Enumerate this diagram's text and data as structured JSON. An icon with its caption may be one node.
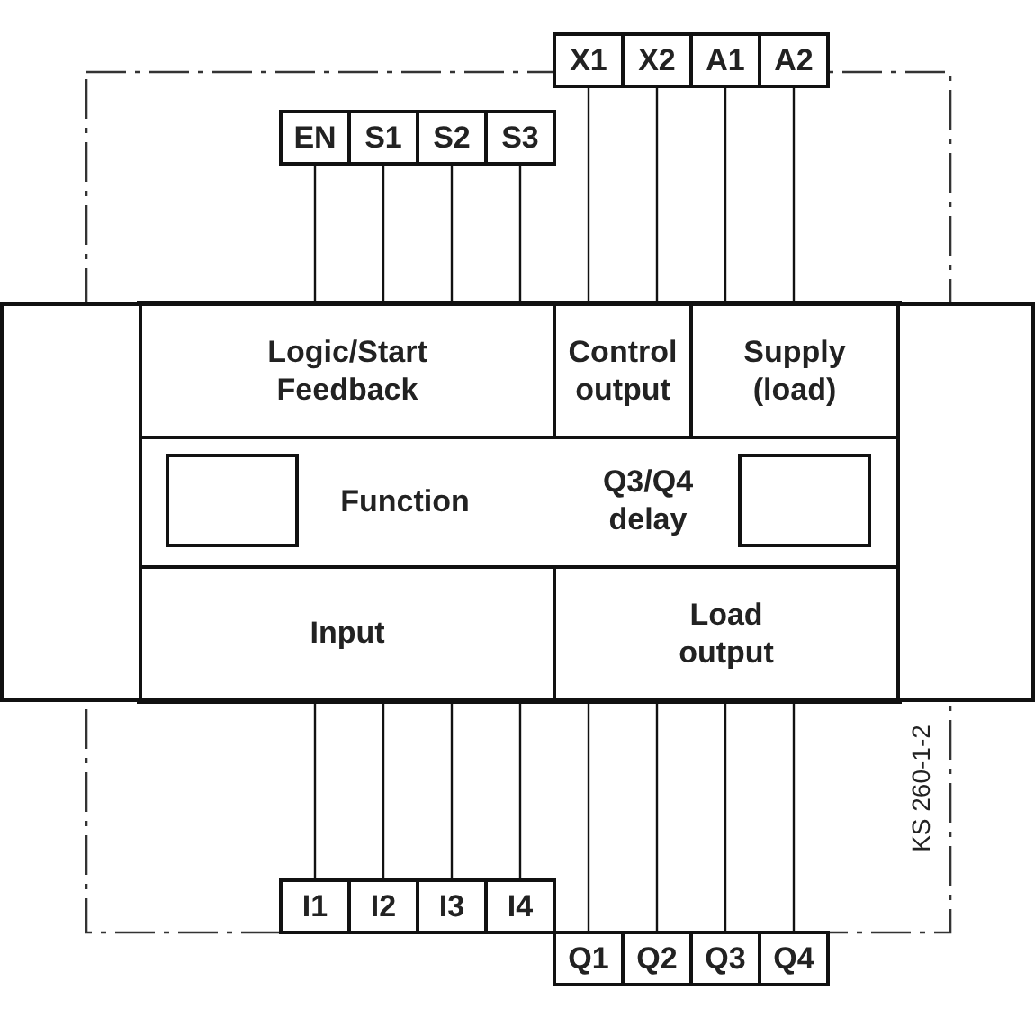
{
  "diagram": {
    "nodes": [
      {
        "text": [
          "X1"
        ]
      },
      {
        "text": [
          "X2"
        ]
      },
      {
        "text": [
          "A1"
        ]
      },
      {
        "text": [
          "A2"
        ]
      },
      {
        "text": [
          "EN"
        ]
      },
      {
        "text": [
          "S1"
        ]
      },
      {
        "text": [
          "S2"
        ]
      },
      {
        "text": [
          "S3"
        ]
      },
      {
        "text": [],
        "shape": "box"
      },
      {
        "text": [
          "Logic/Start Feedback"
        ]
      },
      {
        "text": [
          "Control output"
        ]
      },
      {
        "text": [
          "Supply (load)"
        ]
      },
      {
        "text": [],
        "shape": "box"
      },
      {
        "text": [],
        "shape": "box",
        "beside": [
          "Function"
        ]
      },
      {
        "text": [],
        "shape": "box",
        "beside": [
          "Q3/Q4 delay"
        ]
      },
      {
        "text": [
          "Input"
        ]
      },
      {
        "text": [
          "Load output"
        ]
      },
      {
        "text": [
          "I1"
        ]
      },
      {
        "text": [
          "I2"
        ]
      },
      {
        "text": [
          "I3"
        ]
      },
      {
        "text": [
          "I4"
        ]
      },
      {
        "text": [
          "Q1"
        ]
      },
      {
        "text": [
          "Q2"
        ]
      },
      {
        "text": [
          "Q3"
        ]
      },
      {
        "text": [
          "Q4"
        ]
      }
    ],
    "edges": [
      {
        "from": 4,
        "to": 9,
        "arrow": "none"
      },
      {
        "from": 5,
        "to": 9,
        "arrow": "none"
      },
      {
        "from": 6,
        "to": 9,
        "arrow": "none"
      },
      {
        "from": 7,
        "to": 9,
        "arrow": "none"
      },
      {
        "from": 0,
        "to": 10,
        "arrow": "none"
      },
      {
        "from": 1,
        "to": 10,
        "arrow": "none"
      },
      {
        "from": 2,
        "to": 11,
        "arrow": "none"
      },
      {
        "from": 3,
        "to": 11,
        "arrow": "none"
      },
      {
        "from": 15,
        "to": 17,
        "arrow": "none"
      },
      {
        "from": 15,
        "to": 18,
        "arrow": "none"
      },
      {
        "from": 15,
        "to": 19,
        "arrow": "none"
      },
      {
        "from": 15,
        "to": 20,
        "arrow": "none"
      },
      {
        "from": 16,
        "to": 21,
        "arrow": "none"
      },
      {
        "from": 16,
        "to": 22,
        "arrow": "none"
      },
      {
        "from": 16,
        "to": 23,
        "arrow": "none"
      },
      {
        "from": 16,
        "to": 24,
        "arrow": "none"
      }
    ],
    "labels": [
      "KS 260-1-2"
    ]
  }
}
